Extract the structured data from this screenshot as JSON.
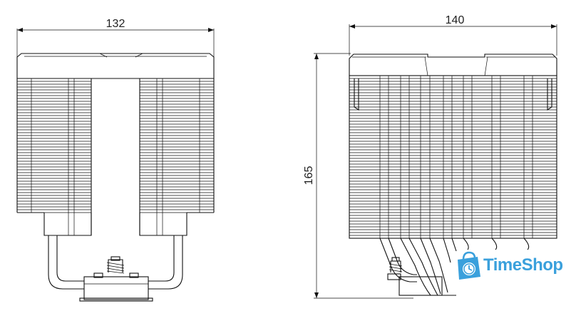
{
  "dimensions": {
    "front_width": "132",
    "side_width": "140",
    "side_height": "165"
  },
  "watermark": {
    "brand": "TimeShop",
    "color": "#3aa0dc",
    "icon": "shopping-bag-clock-icon"
  }
}
